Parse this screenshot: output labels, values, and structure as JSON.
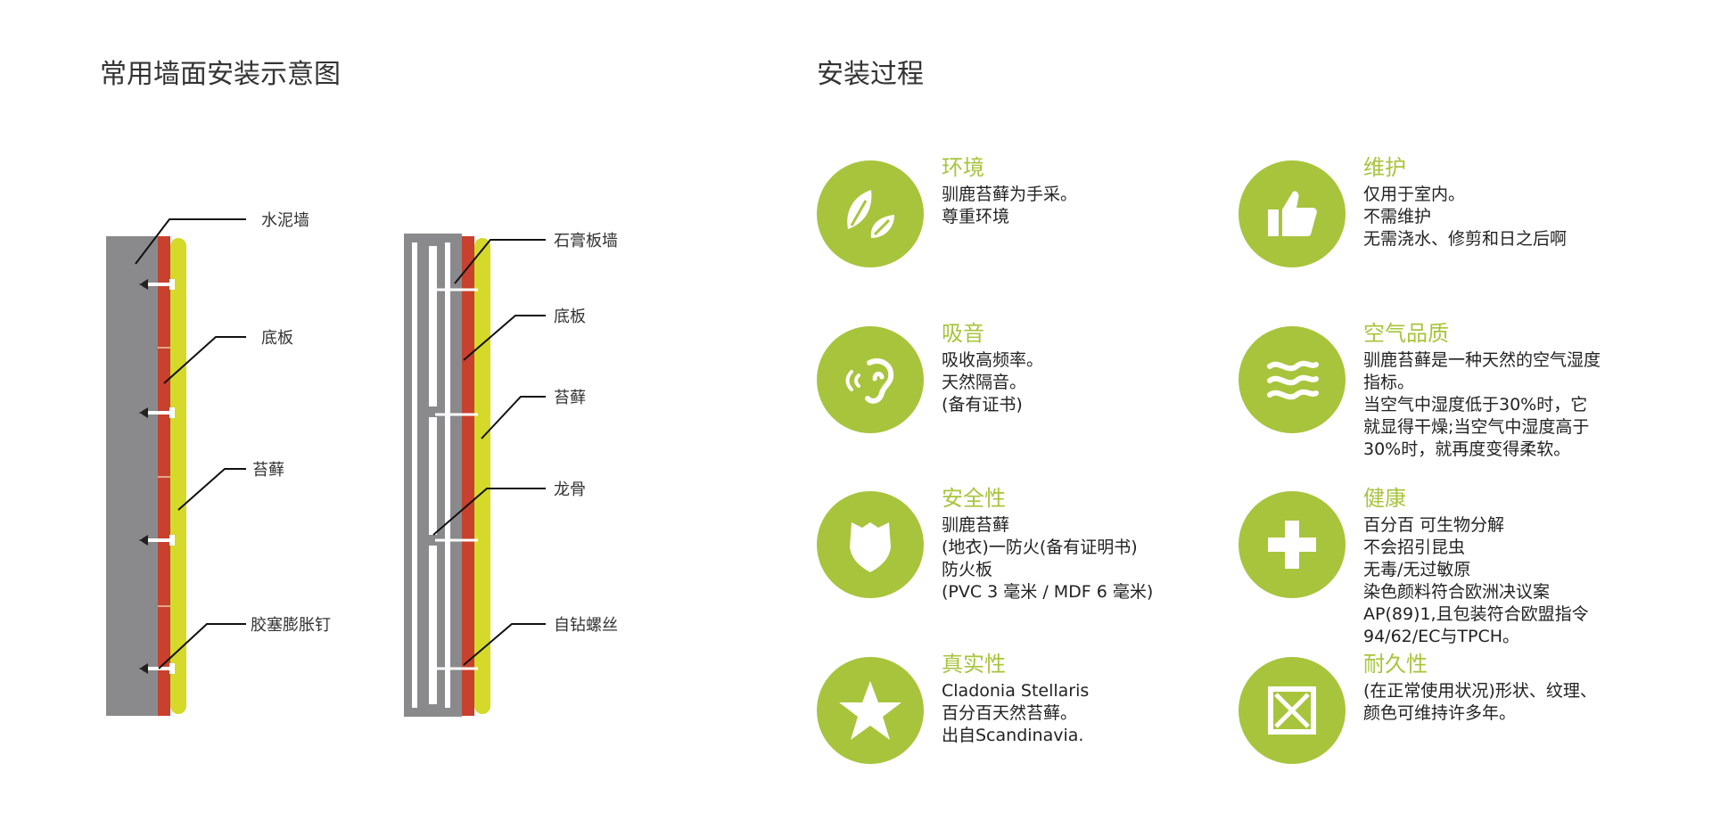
{
  "left": {
    "title": "常用墙面安装示意图",
    "diagram1": {
      "labels": [
        "水泥墙",
        "底板",
        "苔藓",
        "胶塞膨胀钉"
      ]
    },
    "diagram2": {
      "labels": [
        "石膏板墙",
        "底板",
        "苔藓",
        "龙骨",
        "自钻螺丝"
      ]
    }
  },
  "right": {
    "title": "安装过程",
    "items": [
      {
        "icon": "leaf-icon",
        "title": "环境",
        "lines": [
          "驯鹿苔藓为手采。",
          "尊重环境"
        ]
      },
      {
        "icon": "thumbs-up-icon",
        "title": "维护",
        "lines": [
          "仅用于室内。",
          "不需维护",
          "无需浇水、修剪和日之后啊"
        ]
      },
      {
        "icon": "ear-icon",
        "title": "吸音",
        "lines": [
          "吸收高频率。",
          "天然隔音。",
          "(备有证书)"
        ]
      },
      {
        "icon": "air-waves-icon",
        "title": "空气品质",
        "lines": [
          "驯鹿苔藓是一种天然的空气湿度",
          "指标。",
          "当空气中湿度低于30%时，它",
          "就显得干燥;当空气中湿度高于",
          "30%时，就再度变得柔软。"
        ]
      },
      {
        "icon": "shield-icon",
        "title": "安全性",
        "lines": [
          "驯鹿苔藓",
          "(地衣)一防火(备有证明书)",
          "防火板",
          "(PVC 3 毫米 / MDF 6 毫米)"
        ]
      },
      {
        "icon": "plus-icon",
        "title": "健康",
        "lines": [
          "百分百 可生物分解",
          "不会招引昆虫",
          "无毒/无过敏原",
          "染色颜料符合欧洲决议案",
          "AP(89)1,且包装符合欧盟指令",
          "94/62/EC与TPCH。"
        ]
      },
      {
        "icon": "star-icon",
        "title": "真实性",
        "lines": [
          "Cladonia Stellaris",
          "百分百天然苔藓。",
          "出自Scandinavia."
        ]
      },
      {
        "icon": "box-cross-icon",
        "title": "耐久性",
        "lines": [
          "(在正常使用状况)形状、纹理、",
          "颜色可维持许多年。"
        ]
      }
    ]
  },
  "colors": {
    "accent": "#a8c43c",
    "wall": "#8a8a8c",
    "board": "#c8402e",
    "moss": "#d4d92a"
  }
}
